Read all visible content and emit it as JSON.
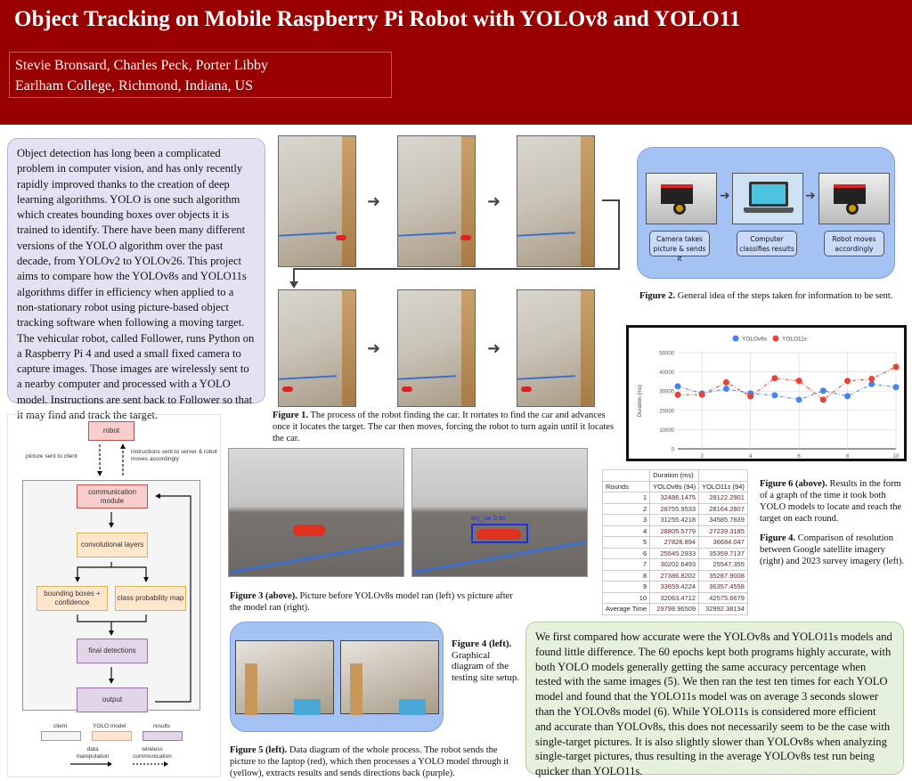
{
  "header": {
    "title": "Object Tracking on Mobile Raspberry Pi Robot with YOLOv8 and YOLO11",
    "authors": "Stevie Bronsard, Charles Peck, Porter Libby",
    "affiliation": "Earlham College, Richmond, Indiana, US"
  },
  "intro": "Object detection has long been a complicated problem in computer vision, and has only recently rapidly improved thanks to the creation of deep learning algorithms. YOLO is one such algorithm which creates bounding boxes over objects it is trained to identify. There have been many different versions of the YOLO algorithm over the past decade, from YOLOv2 to YOLOv26. This project aims to compare how the YOLOv8s and YOLO11s algorithms differ in efficiency when applied to a non-stationary robot using picture-based object tracking software when following a moving target. The vehicular robot, called Follower, runs Python on a Raspberry Pi 4 and used a small fixed camera to capture images. Those images are wirelessly sent to a nearby computer and processed with a YOLO model. Instructions are sent back to Follower so that it may find and track the target.",
  "fig1": {
    "label": "Figure 1.",
    "text": " The process of the robot finding the car. It rortates to find the car and advances once it locates the target. The car then moves, forcing the robot to turn again until it locates the car."
  },
  "fig2": {
    "steps": [
      "Camera takes picture & sends it",
      "Computer classifies results",
      "Robot moves accordingly"
    ],
    "label": "Figure 2.",
    "text": " General idea of the steps taken for information to be sent."
  },
  "fig3": {
    "detection_label": "toy_car 0.90",
    "label": "Figure 3 (above).",
    "text": " Picture before YOLOv8s model ran (left) vs picture after the model ran (right)."
  },
  "fig4": {
    "label": "Figure 4 (left).",
    "text": " Graphical diagram of the testing site setup."
  },
  "fig5": {
    "label": "Figure 5 (left).",
    "text": " Data diagram of the whole process. The robot sends the picture to the laptop (red), which then processes a YOLO model through it (yellow), extracts results and sends directions back (purple)."
  },
  "fig6": {
    "label": "Figure 6 (above).",
    "text": " Results in the form of a graph of the time it took both YOLO models to locate and reach the target on each round."
  },
  "fig4b": {
    "label": "Figure 4.",
    "text": " Comparison of resolution between Google satellite imagery (right) and 2023 survey imagery (left)."
  },
  "diagram": {
    "robot": "robot",
    "picture_sent": "picture sent to client",
    "instructions": "instructions sent to server & robot moves accordingly",
    "comm": "communication module",
    "conv": "convolutional layers",
    "bbox": "bounding boxes + confidence",
    "classprob": "class probability map",
    "final": "final detections",
    "output": "output",
    "legend_client": "client",
    "legend_yolo": "YOLO model",
    "legend_results": "results",
    "legend_data": "data manipulation",
    "legend_wireless": "wireless communication"
  },
  "table": {
    "group_header": "Duration (ms)",
    "headers": [
      "Rounds",
      "YOLOv8s (94)",
      "YOLO11s (94)"
    ],
    "rows": [
      [
        "1",
        "32486.1475",
        "28122.2901"
      ],
      [
        "2",
        "28755.9533",
        "28164.2807"
      ],
      [
        "3",
        "31255.4218",
        "34585.7839"
      ],
      [
        "4",
        "28805.5779",
        "27239.3185"
      ],
      [
        "5",
        "27828.894",
        "36684.047"
      ],
      [
        "6",
        "25545.2933",
        "35359.7137"
      ],
      [
        "7",
        "30202.6493",
        "25547.355"
      ],
      [
        "8",
        "27386.8202",
        "35287.9008"
      ],
      [
        "9",
        "33659.4224",
        "36357.4558"
      ],
      [
        "10",
        "32063.4712",
        "42575.6679"
      ]
    ],
    "average": [
      "Average Time",
      "29798.96509",
      "32992.38134"
    ]
  },
  "conclusion": "We first compared how accurate were the YOLOv8s and YOLO11s models and found little difference. The 60 epochs kept both programs highly accurate, with both YOLO models generally getting the same accuracy percentage when tested with the same images (5). We then ran the test ten times for each YOLO model and found that the YOLO11s model was on average 3 seconds slower than the YOLOv8s model (6). While YOLO11s is considered more efficient and accurate than YOLOv8s, this does not necessarily seem to be the case with single-target pictures. It is also slightly slower than YOLOv8s when analyzing single-target pictures, thus resulting in the average YOLOv8s test run being quicker than YOLO11s.",
  "chart_data": {
    "type": "line",
    "title": "",
    "xlabel": "",
    "ylabel": "Duration (ms)",
    "x": [
      1,
      2,
      3,
      4,
      5,
      6,
      7,
      8,
      9,
      10
    ],
    "xticks": [
      2,
      4,
      6,
      8,
      10
    ],
    "yticks": [
      0,
      10000,
      20000,
      30000,
      40000,
      50000
    ],
    "ylim": [
      0,
      50000
    ],
    "xlim": [
      1,
      10
    ],
    "grid": true,
    "legend": "top-center",
    "series": [
      {
        "name": "YOLOv8s",
        "color": "#4285f4",
        "values": [
          32486,
          28756,
          31255,
          28806,
          27829,
          25545,
          30203,
          27387,
          33659,
          32063
        ]
      },
      {
        "name": "YOLO11s",
        "color": "#ea4335",
        "values": [
          28122,
          28164,
          34586,
          27239,
          36684,
          35360,
          25547,
          35288,
          36357,
          42576
        ]
      }
    ]
  }
}
